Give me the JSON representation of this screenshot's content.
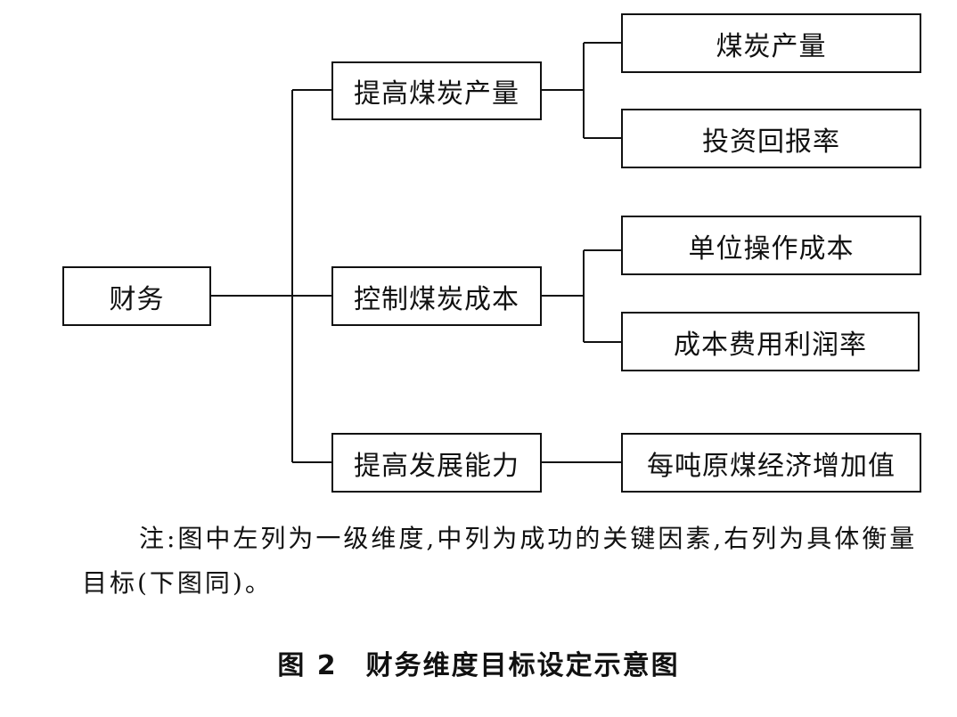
{
  "diagram": {
    "root": "财务",
    "factors": [
      "提高煤炭产量",
      "控制煤炭成本",
      "提高发展能力"
    ],
    "targets": {
      "f1": [
        "煤炭产量",
        "投资回报率"
      ],
      "f2": [
        "单位操作成本",
        "成本费用利润率"
      ],
      "f3": [
        "每吨原煤经济增加值"
      ]
    }
  },
  "note": "注:图中左列为一级维度,中列为成功的关键因素,右列为具体衡量目标(下图同)。",
  "caption": "图 2　财务维度目标设定示意图"
}
